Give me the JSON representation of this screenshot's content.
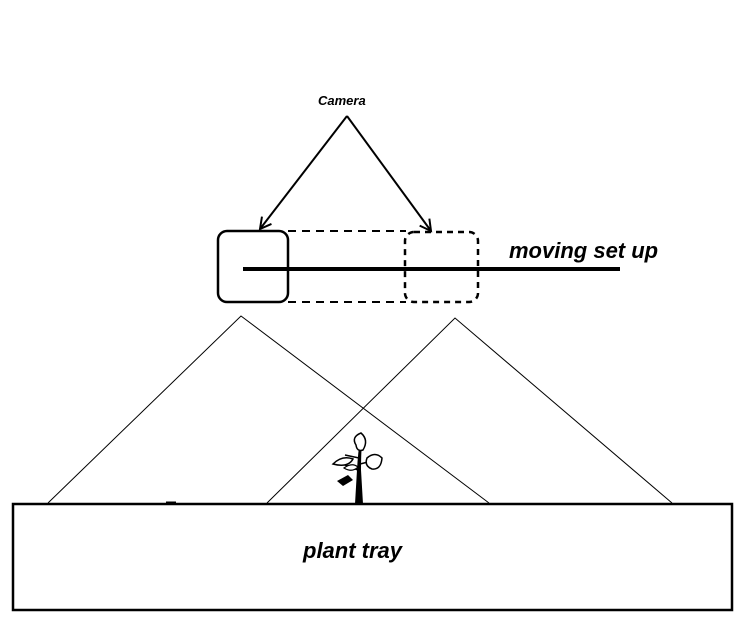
{
  "diagram": {
    "labels": {
      "camera": "Camera",
      "rail": "moving set up",
      "tray": "plant tray"
    },
    "colors": {
      "ink": "#000000",
      "background": "#ffffff"
    },
    "icons": [
      "camera-box",
      "plant-sprout"
    ]
  }
}
